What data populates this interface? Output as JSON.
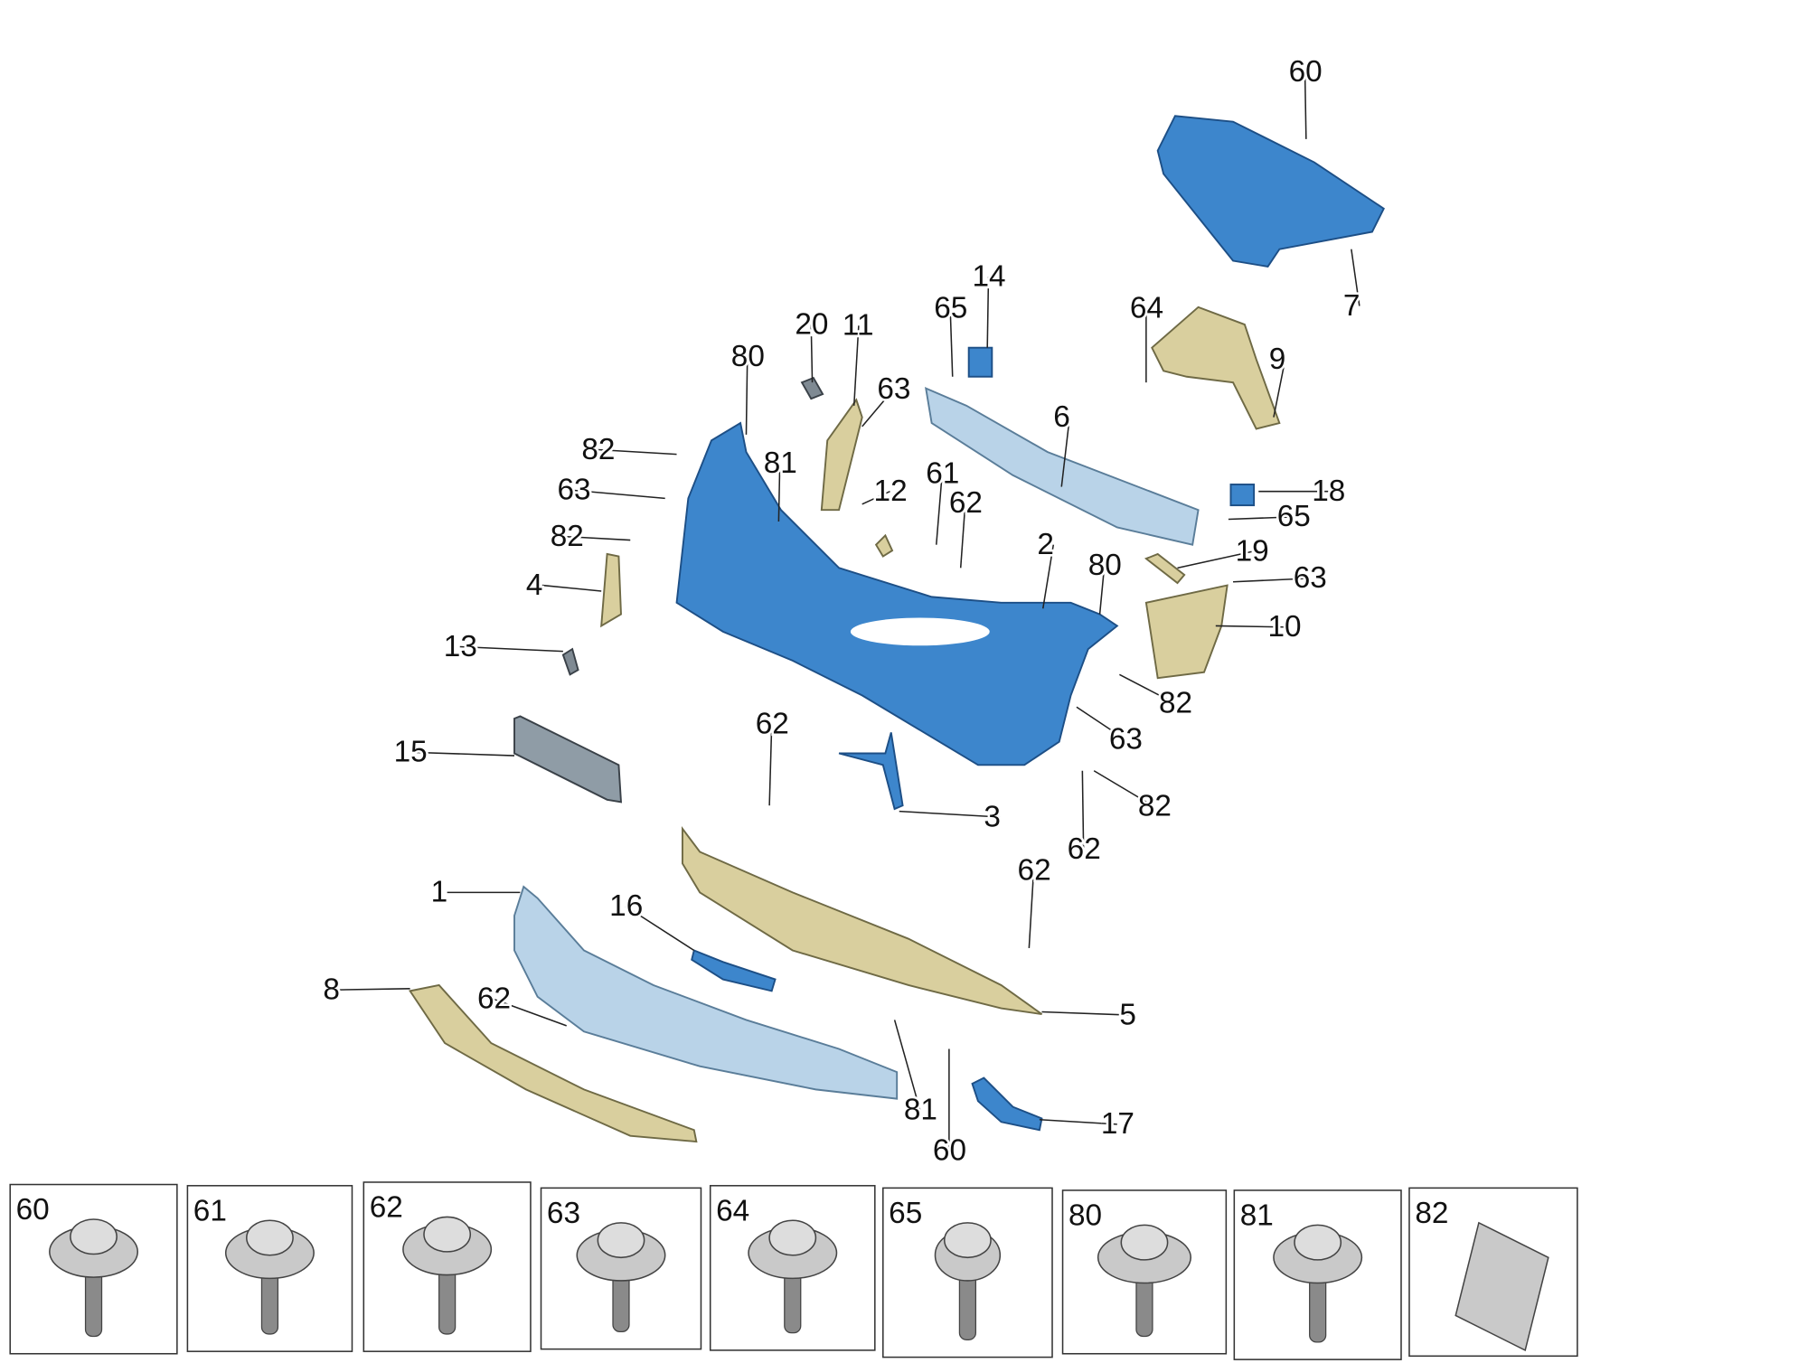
{
  "diagram": {
    "callouts": [
      "60",
      "7",
      "14",
      "65",
      "64",
      "9",
      "20",
      "11",
      "80",
      "63",
      "6",
      "82",
      "81",
      "63",
      "61",
      "12",
      "62",
      "18",
      "65",
      "82",
      "2",
      "19",
      "80",
      "63",
      "4",
      "10",
      "13",
      "82",
      "63",
      "15",
      "62",
      "82",
      "3",
      "62",
      "62",
      "1",
      "16",
      "8",
      "62",
      "5",
      "81",
      "17",
      "60"
    ],
    "fasteners": [
      "60",
      "61",
      "62",
      "63",
      "64",
      "65",
      "80",
      "81",
      "82"
    ]
  },
  "colors": {
    "part_blue": "#3d86cc",
    "part_light_blue": "#b9d3e8",
    "part_beige": "#d9cf9e",
    "fastener_grey": "#c9c9c9"
  }
}
